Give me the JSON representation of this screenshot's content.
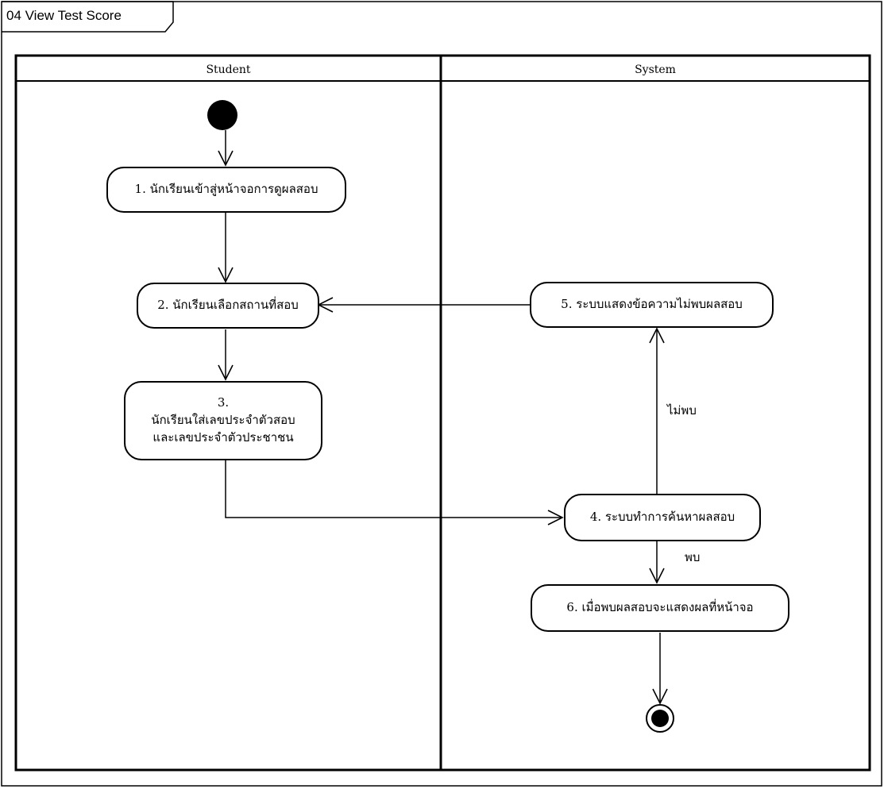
{
  "diagram": {
    "title": "04 View Test Score",
    "lanes": {
      "left": "Student",
      "right": "System"
    },
    "nodes": {
      "n1": "1. นักเรียนเข้าสู่หน้าจอการดูผลสอบ",
      "n2": "2. นักเรียนเลือกสถานที่สอบ",
      "n3_line1": "3.",
      "n3_line2": "นักเรียนใส่เลขประจำตัวสอบ",
      "n3_line3": "และเลขประจำตัวประชาชน",
      "n4": "4. ระบบทำการค้นหาผลสอบ",
      "n5": "5. ระบบแสดงข้อความไม่พบผลสอบ",
      "n6": "6. เมื่อพบผลสอบจะแสดงผลที่หน้าจอ"
    },
    "guards": {
      "not_found": "ไม่พบ",
      "found": "พบ"
    }
  }
}
